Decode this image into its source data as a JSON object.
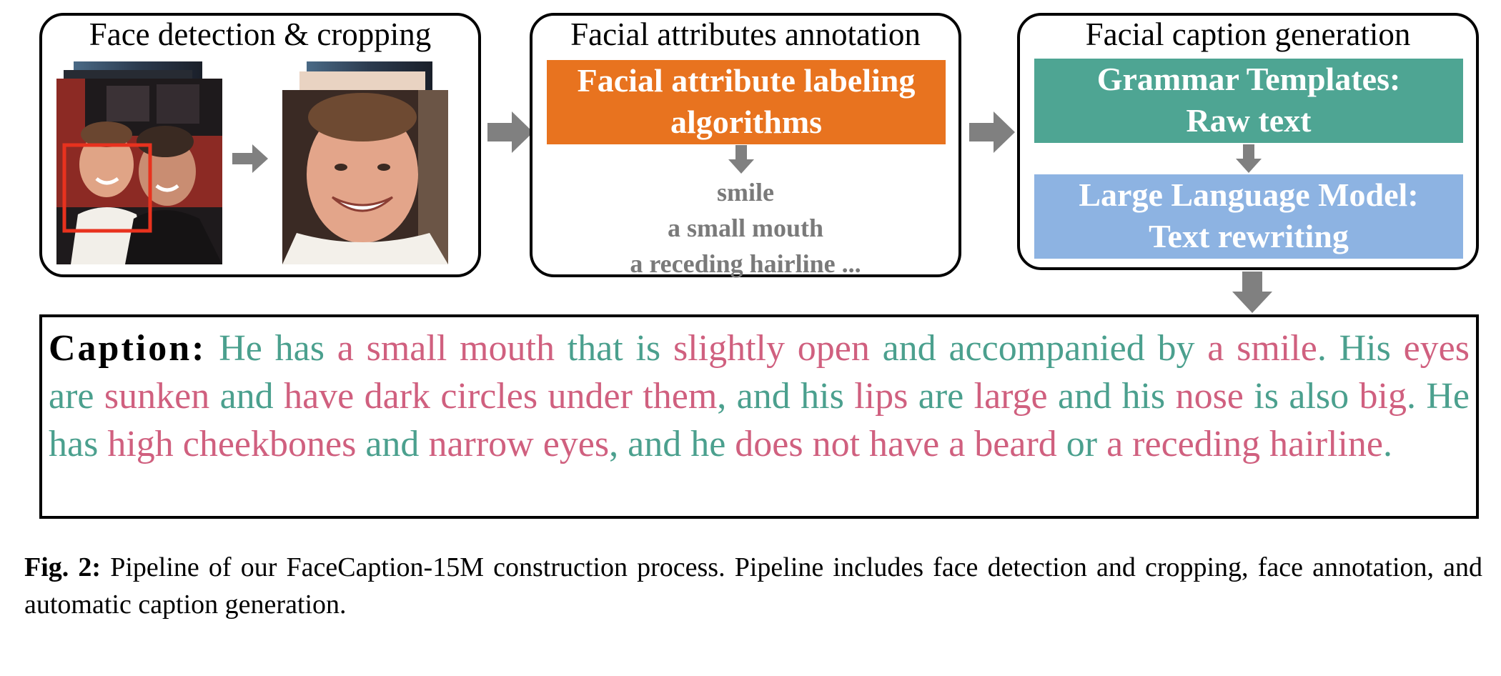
{
  "stages": {
    "detection": {
      "title": "Face detection & cropping"
    },
    "annotation": {
      "title": "Facial attributes annotation",
      "algorithm_line1": "Facial attribute labeling",
      "algorithm_line2": "algorithms",
      "attributes": [
        "smile",
        "a small mouth",
        "a receding hairline ..."
      ]
    },
    "generation": {
      "title": "Facial caption generation",
      "template_line1": "Grammar Templates:",
      "template_line2": "Raw text",
      "llm_line1": "Large Language Model:",
      "llm_line2": "Text rewriting"
    }
  },
  "caption": {
    "label": "Caption:",
    "segments": [
      {
        "text": " He has ",
        "kind": "template"
      },
      {
        "text": "a small mouth",
        "kind": "attribute"
      },
      {
        "text": " that is ",
        "kind": "template"
      },
      {
        "text": "slightly open",
        "kind": "attribute"
      },
      {
        "text": " and accompanied by ",
        "kind": "template"
      },
      {
        "text": "a smile",
        "kind": "attribute"
      },
      {
        "text": ". His ",
        "kind": "template"
      },
      {
        "text": "eyes",
        "kind": "attribute"
      },
      {
        "text": " are ",
        "kind": "template"
      },
      {
        "text": "sunken",
        "kind": "attribute"
      },
      {
        "text": " and ",
        "kind": "template"
      },
      {
        "text": "have dark circles under them",
        "kind": "attribute"
      },
      {
        "text": ", and his ",
        "kind": "template"
      },
      {
        "text": "lips",
        "kind": "attribute"
      },
      {
        "text": " are ",
        "kind": "template"
      },
      {
        "text": "large",
        "kind": "attribute"
      },
      {
        "text": " and his ",
        "kind": "template"
      },
      {
        "text": "nose",
        "kind": "attribute"
      },
      {
        "text": " is also ",
        "kind": "template"
      },
      {
        "text": "big",
        "kind": "attribute"
      },
      {
        "text": ". He has ",
        "kind": "template"
      },
      {
        "text": "high cheekbones",
        "kind": "attribute"
      },
      {
        "text": " and ",
        "kind": "template"
      },
      {
        "text": "narrow eyes",
        "kind": "attribute"
      },
      {
        "text": ", and he ",
        "kind": "template"
      },
      {
        "text": "does not have a beard",
        "kind": "attribute"
      },
      {
        "text": " or ",
        "kind": "template"
      },
      {
        "text": "a receding hairline",
        "kind": "attribute"
      },
      {
        "text": ".",
        "kind": "template"
      }
    ]
  },
  "figure_caption": {
    "label": "Fig. 2:",
    "text": " Pipeline of our FaceCaption-15M construction process. Pipeline includes face detection and cropping, face annotation, and automatic caption generation."
  },
  "colors": {
    "algorithm": "#e8731f",
    "template": "#4ea593",
    "llm": "#8db3e2",
    "template_text": "#4ba08e",
    "attribute_text": "#d0607f",
    "arrow": "#808080",
    "detection_box": "#e8321e"
  }
}
